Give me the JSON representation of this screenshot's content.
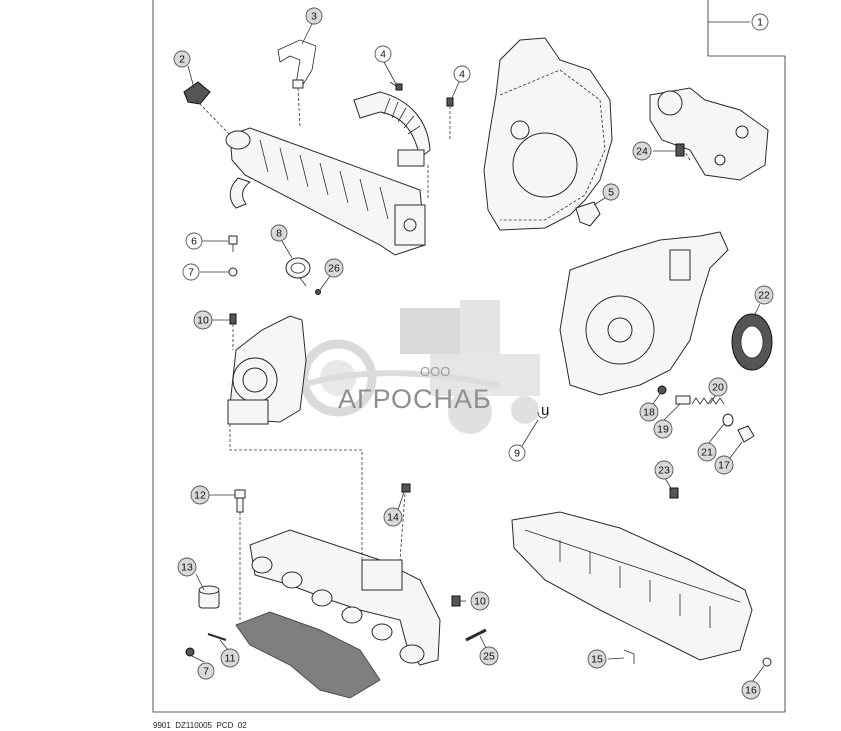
{
  "diagram": {
    "callouts": [
      {
        "id": "c1",
        "label": "1",
        "style": "plain"
      },
      {
        "id": "c2",
        "label": "2",
        "style": "grey"
      },
      {
        "id": "c3",
        "label": "3",
        "style": "grey"
      },
      {
        "id": "c4a",
        "label": "4",
        "style": "plain"
      },
      {
        "id": "c4b",
        "label": "4",
        "style": "plain"
      },
      {
        "id": "c5",
        "label": "5",
        "style": "grey"
      },
      {
        "id": "c6",
        "label": "6",
        "style": "plain"
      },
      {
        "id": "c7a",
        "label": "7",
        "style": "plain"
      },
      {
        "id": "c8",
        "label": "8",
        "style": "grey"
      },
      {
        "id": "c26",
        "label": "26",
        "style": "grey"
      },
      {
        "id": "c10a",
        "label": "10",
        "style": "grey"
      },
      {
        "id": "c22",
        "label": "22",
        "style": "grey"
      },
      {
        "id": "c24",
        "label": "24",
        "style": "grey"
      },
      {
        "id": "c20",
        "label": "20",
        "style": "grey"
      },
      {
        "id": "c18",
        "label": "18",
        "style": "grey"
      },
      {
        "id": "c19",
        "label": "19",
        "style": "grey"
      },
      {
        "id": "c21",
        "label": "21",
        "style": "grey"
      },
      {
        "id": "c17",
        "label": "17",
        "style": "grey"
      },
      {
        "id": "c9",
        "label": "9",
        "style": "plain"
      },
      {
        "id": "c23",
        "label": "23",
        "style": "grey"
      },
      {
        "id": "c12",
        "label": "12",
        "style": "grey"
      },
      {
        "id": "c14",
        "label": "14",
        "style": "grey"
      },
      {
        "id": "c13",
        "label": "13",
        "style": "grey"
      },
      {
        "id": "c10b",
        "label": "10",
        "style": "grey"
      },
      {
        "id": "c7b",
        "label": "7",
        "style": "grey"
      },
      {
        "id": "c11",
        "label": "11",
        "style": "grey"
      },
      {
        "id": "c25",
        "label": "25",
        "style": "grey"
      },
      {
        "id": "c15",
        "label": "15",
        "style": "grey"
      },
      {
        "id": "c16",
        "label": "16",
        "style": "grey"
      }
    ],
    "stray_mark": "u",
    "watermark": {
      "small": "ООО",
      "main": "АГРОСНАБ"
    }
  },
  "footer": {
    "code": "9901  DZ110005  PCD  02"
  }
}
